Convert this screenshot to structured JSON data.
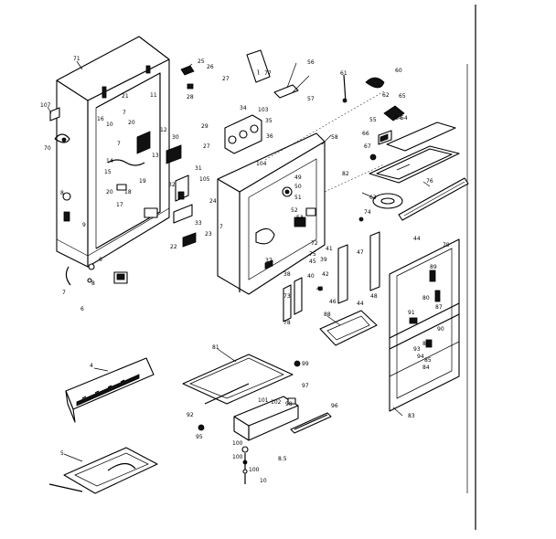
{
  "labels": {
    "l71": "71",
    "l107": "107",
    "l70": "70",
    "l76": "76",
    "l78": "78",
    "l25": "25",
    "l26": "26",
    "l27a": "27",
    "l28": "28",
    "l77": "77",
    "l56": "56",
    "l57": "57",
    "l29": "29",
    "l34": "34",
    "l103": "103",
    "l35": "35",
    "l36": "36",
    "l58": "58",
    "l11": "11",
    "l21": "21",
    "l10": "10",
    "l16": "16",
    "l7a": "7",
    "l20a": "20",
    "l12": "12",
    "l30": "30",
    "l27b": "27",
    "l31": "31",
    "l32": "32",
    "l104": "104",
    "l105": "105",
    "l7b": "7",
    "l20b": "20",
    "l17": "17",
    "l8a": "8",
    "l9": "9",
    "l6a": "6",
    "l33": "33",
    "l22": "22",
    "l23": "23",
    "l24": "24",
    "l13": "13",
    "l14": "14",
    "l15": "15",
    "l19": "19",
    "l18": "18",
    "l61": "61",
    "l60": "60",
    "l62": "62",
    "l63": "63",
    "l64": "64",
    "l65": "65",
    "l66": "66",
    "l67": "67",
    "l50": "50",
    "l49": "49",
    "l51": "51",
    "l52": "52",
    "l53": "53",
    "l54": "54",
    "l55": "55",
    "l37": "37",
    "l38": "38",
    "l39": "39",
    "l40": "40",
    "l41": "41",
    "l42": "42",
    "l43": "43",
    "l44a": "44",
    "l44b": "44",
    "l45": "45",
    "l46": "46",
    "l47": "47",
    "l48": "48",
    "l72": "72",
    "l73": "73",
    "l74": "74",
    "l75": "75",
    "l79": "79",
    "l80": "80",
    "l82": "82",
    "l83": "83",
    "l84": "84",
    "l85": "85",
    "l86": "86",
    "l87": "87",
    "l88": "88",
    "l89": "89",
    "l90": "90",
    "l4": "4",
    "l5": "5",
    "l81": "81",
    "l99": "99",
    "l97": "97",
    "l98": "98",
    "l100": "100",
    "l101": "101",
    "l102": "102",
    "l95": "95",
    "l96": "96",
    "l92": "92",
    "l93": "93",
    "l94": "94",
    "l91": "91",
    "l7c": "7",
    "l8b": "8",
    "l6b": "6",
    "l7d": "7",
    "l100b": "100",
    "l100c": "100",
    "l10b": "10",
    "l85b": "8.5"
  }
}
